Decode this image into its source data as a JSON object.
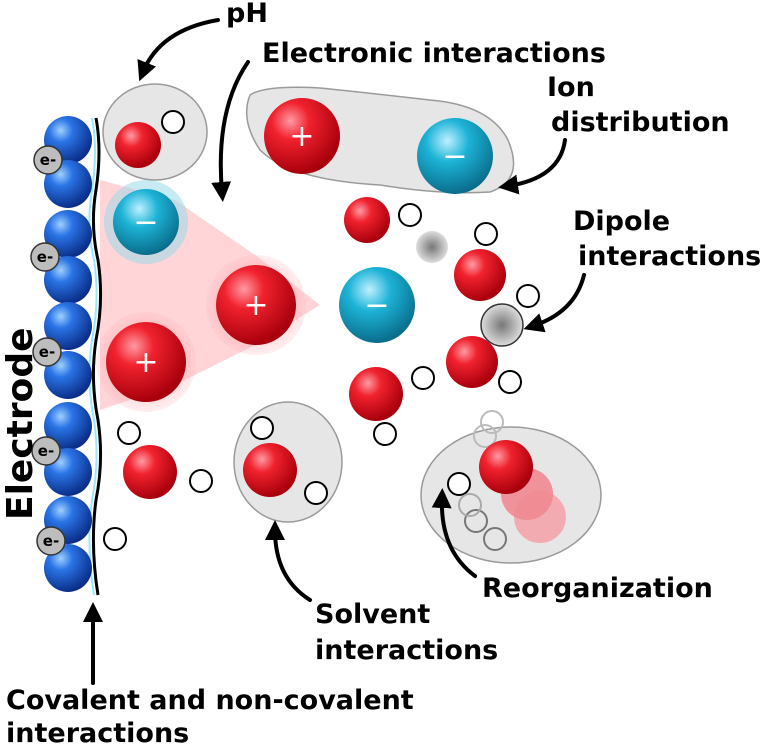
{
  "labels": {
    "ph": "pH",
    "electronic_interactions": "Electronic interactions",
    "ion_distribution_line1": "Ion",
    "ion_distribution_line2": "distribution",
    "dipole_interactions_line1": "Dipole",
    "dipole_interactions_line2": "interactions",
    "electrode": "Electrode",
    "reorganization": "Reorganization",
    "solvent_interactions_line1": "Solvent",
    "solvent_interactions_line2": "interactions",
    "covalent_line1": "Covalent and non-covalent",
    "covalent_line2": "interactions"
  },
  "symbols": {
    "electron": "e-",
    "plus": "+",
    "minus": "−"
  },
  "colors": {
    "electrode_blue": "#1f63d9",
    "cation_red": "#e0101c",
    "anion_cyan": "#16a9cc",
    "shading_gray": "#e6e6e6",
    "highlight_pink": "#ffb3b8"
  }
}
